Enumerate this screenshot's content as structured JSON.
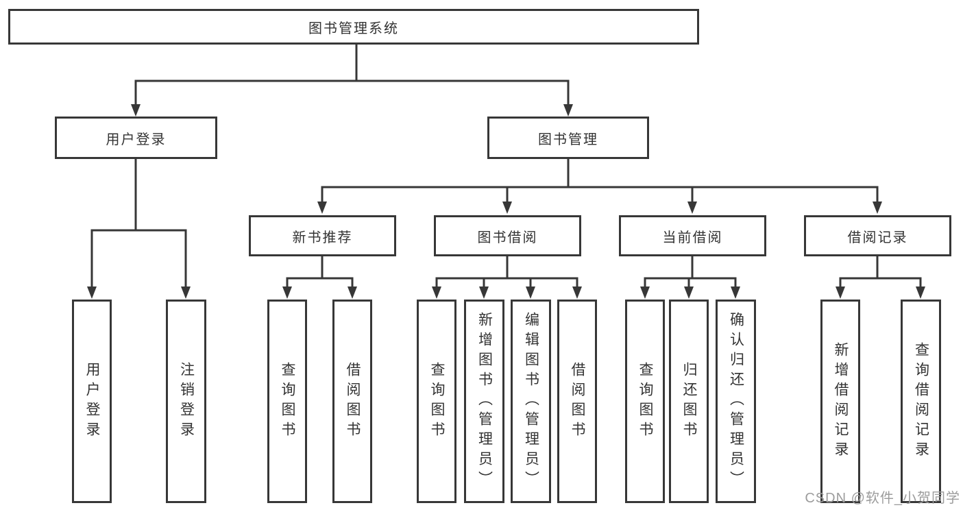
{
  "diagram_type": "hierarchy-tree",
  "root": {
    "label": "图书管理系统"
  },
  "level2": [
    {
      "label": "用户登录"
    },
    {
      "label": "图书管理"
    }
  ],
  "level3": [
    {
      "label": "新书推荐"
    },
    {
      "label": "图书借阅"
    },
    {
      "label": "当前借阅"
    },
    {
      "label": "借阅记录"
    }
  ],
  "leaves": {
    "user_login": [
      {
        "label": "用户登录"
      },
      {
        "label": "注销登录"
      }
    ],
    "new_book": [
      {
        "label": "查询图书"
      },
      {
        "label": "借阅图书"
      }
    ],
    "book_borrow": [
      {
        "label": "查询图书"
      },
      {
        "label": "新增图书（管理员）"
      },
      {
        "label": "编辑图书（管理员）"
      },
      {
        "label": "借阅图书"
      }
    ],
    "current_borrow": [
      {
        "label": "查询图书"
      },
      {
        "label": "归还图书"
      },
      {
        "label": "确认归还（管理员）"
      }
    ],
    "borrow_records": [
      {
        "label": "新增借阅记录"
      },
      {
        "label": "查询借阅记录"
      }
    ]
  },
  "watermark": {
    "text": "CSDN @软件_小贺同学"
  },
  "colors": {
    "line": "#373737",
    "box_border": "#373737",
    "text": "#333333",
    "watermark": "#9c9c9c",
    "background": "#ffffff"
  }
}
